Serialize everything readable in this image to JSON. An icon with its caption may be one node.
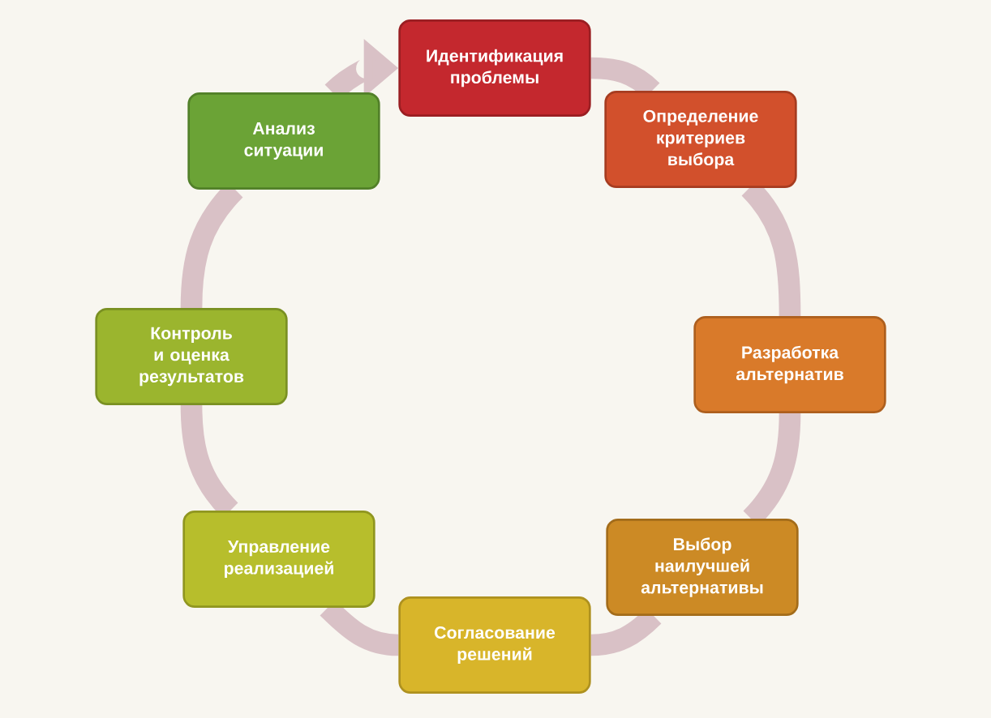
{
  "diagram": {
    "nodes": [
      {
        "text": [
          "Идентификация проблемы"
        ]
      },
      {
        "text": [
          "Определение критериев выбора"
        ]
      },
      {
        "text": [
          "Разработка альтернатив"
        ]
      },
      {
        "text": [
          "Выбор наилучшей альтернативы"
        ]
      },
      {
        "text": [
          "Согласование решений"
        ]
      },
      {
        "text": [
          "Управление реализацией"
        ]
      },
      {
        "text": [
          "Контроль и оценка результатов"
        ]
      },
      {
        "text": [
          "Анализ ситуации"
        ]
      }
    ],
    "edges": [
      {
        "from": 0,
        "to": 1,
        "arrow": "none"
      },
      {
        "from": 1,
        "to": 2,
        "arrow": "none"
      },
      {
        "from": 2,
        "to": 3,
        "arrow": "none"
      },
      {
        "from": 3,
        "to": 4,
        "arrow": "none"
      },
      {
        "from": 4,
        "to": 5,
        "arrow": "none"
      },
      {
        "from": 5,
        "to": 6,
        "arrow": "none"
      },
      {
        "from": 6,
        "to": 7,
        "arrow": "none"
      },
      {
        "from": 7,
        "to": 0,
        "arrow": "to"
      }
    ]
  }
}
